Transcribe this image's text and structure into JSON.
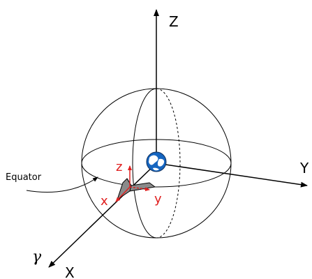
{
  "labels": {
    "Z": "Z",
    "Y": "Y",
    "X": "X",
    "gamma": "γ",
    "equator": "Equator",
    "small_z": "z",
    "small_y": "y",
    "small_x": "x"
  },
  "colors": {
    "axis": "#000000",
    "body_axes": "#e02020",
    "sphere_line": "#000000",
    "earth_ocean": "#1565c0",
    "spacecraft": "#8a8a8a"
  },
  "icons": [
    "earth-icon",
    "spacecraft-icon"
  ]
}
